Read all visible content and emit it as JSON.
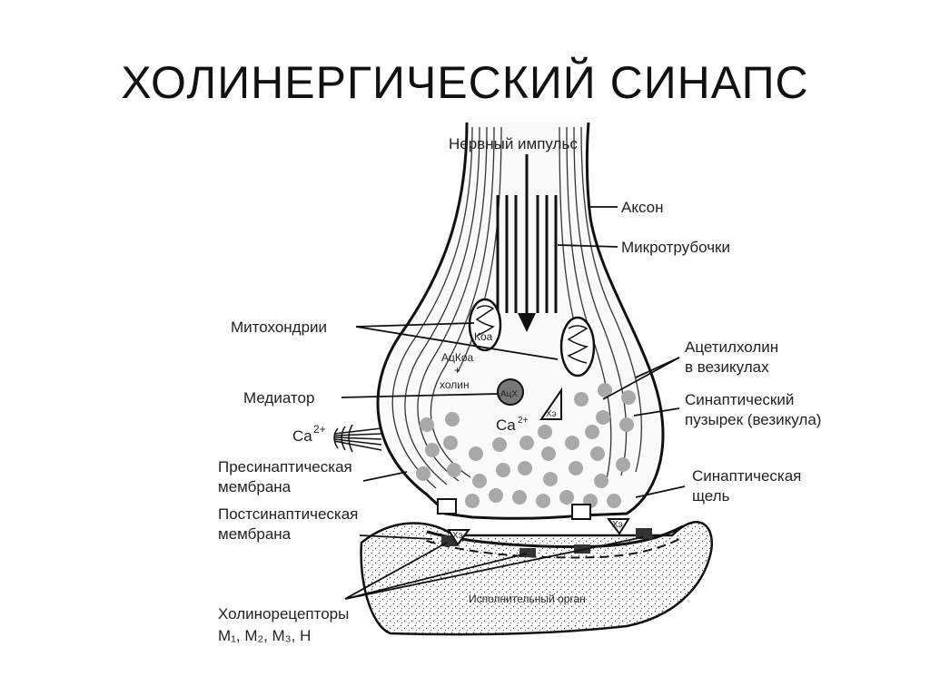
{
  "title": "ХОЛИНЕРГИЧЕСКИЙ СИНАПС",
  "labels": {
    "nerve_impulse": "Нервный импульс",
    "axon": "Аксон",
    "microtubules": "Микротрубочки",
    "mitochondria": "Митохондрии",
    "acetylcholine_line1": "Ацетилхолин",
    "acetylcholine_line2": "в везикулах",
    "mediator": "Медиатор",
    "calcium_left": "Ca",
    "calcium_left_sup": "2+",
    "synaptic_vesicle_line1": "Синаптический",
    "synaptic_vesicle_line2": "пузырек (везикула)",
    "presynaptic_line1": "Пресинаптическая",
    "presynaptic_line2": "мембрана",
    "synaptic_cleft_line1": "Синаптическая",
    "synaptic_cleft_line2": "щель",
    "postsynaptic_line1": "Постсинаптическая",
    "postsynaptic_line2": "мембрана",
    "cholinoreceptors_line1": "Холинорецепторы",
    "cholinoreceptors_line2": "M₁, M₂, M₃, H",
    "effector_organ": "Исполнительный орган",
    "koa": "Коа",
    "atskoa": "АцКоа",
    "plus": "+",
    "cholin": "холин",
    "ach": "АцХ",
    "calcium_inner": "Ca",
    "calcium_inner_sup": "2+",
    "xe": "Xэ"
  }
}
